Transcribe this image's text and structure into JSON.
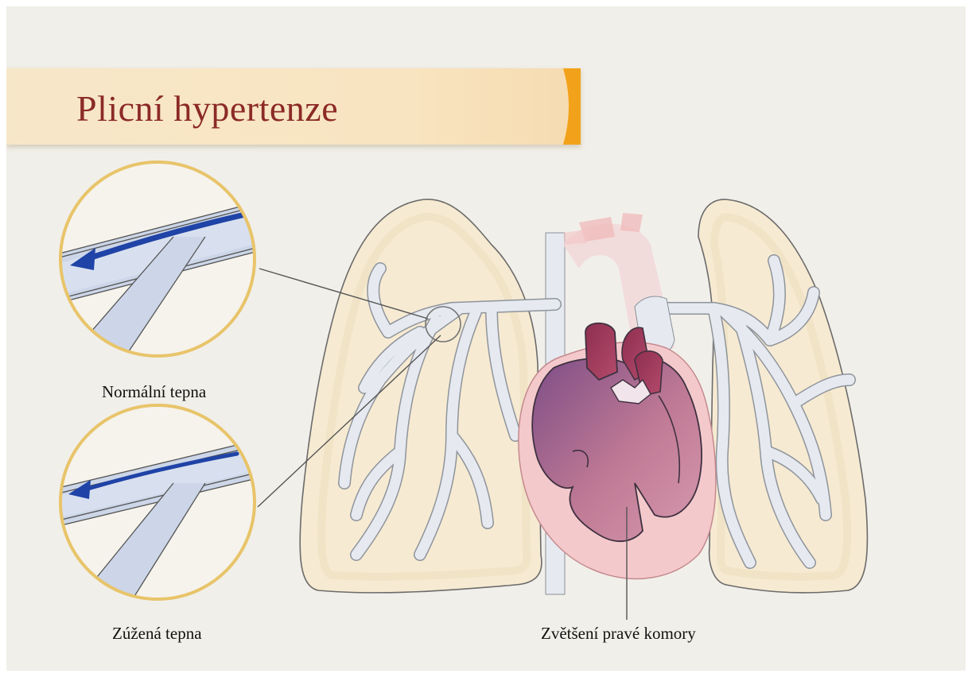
{
  "title": "Plicní hypertenze",
  "labels": {
    "normal_artery": "Normální tepna",
    "narrowed_artery": "Zúžená tepna",
    "right_ventricle_enlargement": "Zvětšení pravé komory"
  },
  "colors": {
    "background": "#f1efe9",
    "title_text": "#8b2a26",
    "title_band": "#f8e4c0",
    "accent_orange": "#f2a21a",
    "lung_fill": "#f6ead2",
    "vessel_fill": "#e6eaf0",
    "blood_flow_arrow": "#1f43a6",
    "heart_outer": "#f4c9cc",
    "heart_inner": "#a8557a"
  }
}
